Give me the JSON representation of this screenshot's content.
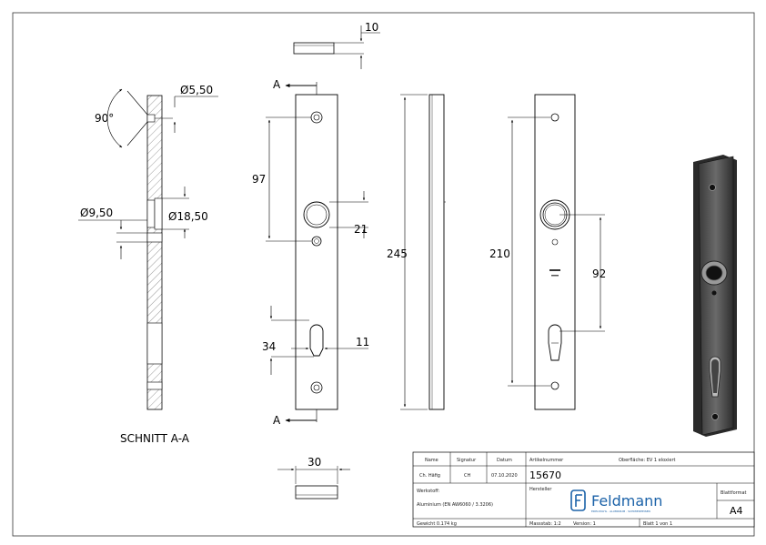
{
  "dimensions": {
    "d_5_50": "Ø5,50",
    "angle": "90°",
    "d_9_50": "Ø9,50",
    "d_18_50": "Ø18,50",
    "thickness": "10",
    "width": "30",
    "upper_hole_distance": "97",
    "cylinder_hole_dia": "21",
    "length": "245",
    "keyhole_height": "34",
    "keyhole_width": "11",
    "hole_spacing": "210",
    "hole_to_keyhole": "92"
  },
  "section_marker": "A",
  "section_label": "SCHNITT A-A",
  "title_block": {
    "hdr_name": "Name",
    "hdr_signatur": "Signatur",
    "hdr_datum": "Datum",
    "name": "Ch. Häfig",
    "signatur": "CH",
    "datum": "07.10.2020",
    "artikel_label": "Artikelnummer",
    "artikel_value": "15670",
    "oberflaeche": "Oberfläche:  EV 1 eloxiert",
    "werkstoff_label": "Werkstoff:",
    "werkstoff_value": "Aluminium (EN AW6060 / 3.3206)",
    "hersteller_label": "Hersteller",
    "brand": "Feldmann",
    "brand_tagline": "EDELSTAHL · ALUMINIUM · SCHMIEDEEISEN",
    "blattformat_label": "Blattformat",
    "blattformat_value": "A4",
    "gewicht": "Gewicht 0.174 kg",
    "massstab": "Massstab: 1:2",
    "version": "Version: 1",
    "blatt": "Blatt 1 von 1"
  }
}
